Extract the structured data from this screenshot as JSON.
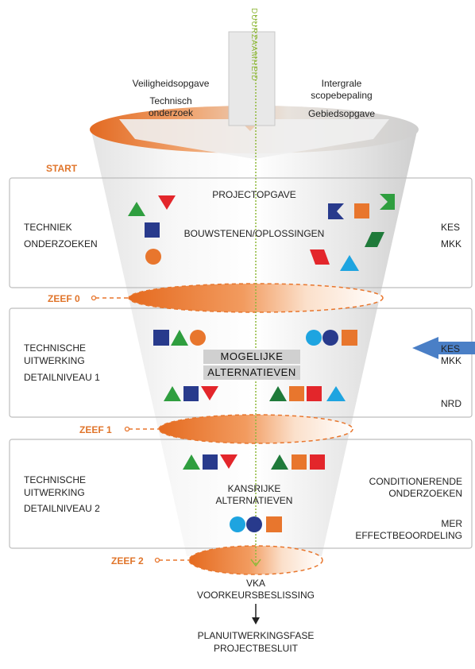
{
  "axis_label": "DUURZAAMHEID",
  "top": {
    "left_1": "Veiligheidsopgave",
    "left_2a": "Technisch",
    "left_2b": "onderzoek",
    "right_1a": "Intergrale",
    "right_1b": "scopebepaling",
    "right_2": "Gebiedsopgave"
  },
  "start": "START",
  "box1": {
    "center_top": "PROJECTOPGAVE",
    "center_mid": "BOUWSTENEN/OPLOSSINGEN",
    "left_1": "TECHNIEK",
    "left_2": "ONDERZOEKEN",
    "right_1": "KES",
    "right_2": "MKK"
  },
  "zeef0": "ZEEF 0",
  "box2": {
    "highlight_1": "MOGELIJKE",
    "highlight_2": "ALTERNATIEVEN",
    "left_1": "TECHNISCHE",
    "left_2": "UITWERKING",
    "left_3": "DETAILNIVEAU 1",
    "right_1": "KES",
    "right_2": "MKK",
    "right_3": "NRD"
  },
  "zeef1": "ZEEF 1",
  "box3": {
    "center_1": "KANSRIJKE",
    "center_2": "ALTERNATIEVEN",
    "left_1": "TECHNISCHE",
    "left_2": "UITWERKING",
    "left_3": "DETAILNIVEAU 2",
    "right_1": "CONDITIONERENDE",
    "right_2": "ONDERZOEKEN",
    "right_3": "MER",
    "right_4": "EFFECTBEOORDELING"
  },
  "zeef2": "ZEEF 2",
  "bottom": {
    "vka": "VKA",
    "vka_2": "VOORKEURSBESLISSING",
    "plan": "PLANUITWERKINGSFASE",
    "plan_2": "PROJECTBESLUIT"
  },
  "colors": {
    "orange": "#e8762d",
    "green": "#2f9e3f",
    "red": "#e3262b",
    "navy": "#283a8c",
    "light_blue": "#1ea4e0",
    "dark_green": "#1f7a3a",
    "arrow_blue": "#4a7fc6",
    "sieve_green": "#8fb83a"
  }
}
